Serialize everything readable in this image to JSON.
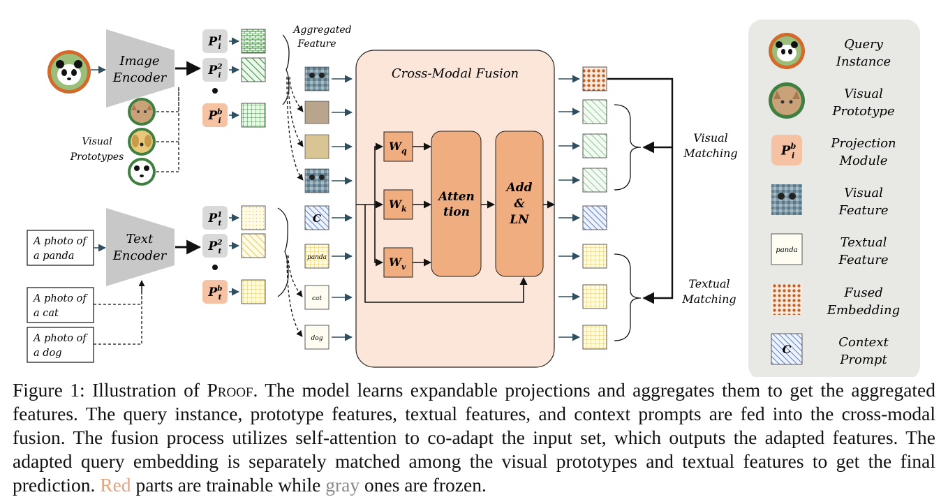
{
  "diagram": {
    "image_encoder_label": "Image Encoder",
    "text_encoder_label": "Text Encoder",
    "visual_prototypes_label": "Visual Prototypes",
    "aggregated_feature_label": "Aggregated Feature",
    "projection_image": [
      {
        "base": "P",
        "sup": "1",
        "sub": "i"
      },
      {
        "base": "P",
        "sup": "2",
        "sub": "i"
      },
      {
        "base": "P",
        "sup": "b",
        "sub": "i"
      }
    ],
    "projection_text": [
      {
        "base": "P",
        "sup": "1",
        "sub": "t"
      },
      {
        "base": "P",
        "sup": "2",
        "sub": "t"
      },
      {
        "base": "P",
        "sup": "b",
        "sub": "t"
      }
    ],
    "text_inputs": [
      [
        "A photo of",
        "a panda"
      ],
      [
        "A photo of",
        "a cat"
      ],
      [
        "A photo of",
        "a dog"
      ]
    ],
    "context_token": "C",
    "class_tokens": [
      "panda",
      "cat",
      "dog"
    ],
    "fusion_title": "Cross-Modal Fusion",
    "weights": [
      {
        "base": "W",
        "sub": "q"
      },
      {
        "base": "W",
        "sub": "k"
      },
      {
        "base": "W",
        "sub": "v"
      }
    ],
    "attention_label": [
      "Atten",
      "tion"
    ],
    "addln_label": [
      "Add",
      "&",
      "LN"
    ],
    "visual_matching_label": [
      "Visual",
      "Matching"
    ],
    "textual_matching_label": [
      "Textual",
      "Matching"
    ]
  },
  "legend": {
    "items": [
      {
        "icon": "panda-photo-icon",
        "label": [
          "Query",
          "Instance"
        ]
      },
      {
        "icon": "cat-photo-icon",
        "label": [
          "Visual",
          "Prototype"
        ]
      },
      {
        "icon": "projection-module-icon",
        "label": [
          "Projection",
          "Module"
        ],
        "symbol": {
          "base": "P",
          "sup": "b",
          "sub": "i"
        }
      },
      {
        "icon": "visual-feature-icon",
        "label": [
          "Visual",
          "Feature"
        ]
      },
      {
        "icon": "textual-feature-icon",
        "label": [
          "Textual",
          "Feature"
        ],
        "token": "panda"
      },
      {
        "icon": "fused-embedding-icon",
        "label": [
          "Fused",
          "Embedding"
        ]
      },
      {
        "icon": "context-prompt-icon",
        "label": [
          "Context",
          "Prompt"
        ],
        "token": "C"
      }
    ]
  },
  "caption": {
    "prefix": "Figure 1:",
    "pre": "Illustration of",
    "name": "Proof",
    "body": ". The model learns expandable projections and aggregates them to get the aggregated features. The query instance, prototype features, textual features, and context prompts are fed into the cross-modal fusion. The fusion process utilizes self-attention to co-adapt the input set, which outputs the adapted features. The adapted query embedding is separately matched among the visual prototypes and textual features to get the final prediction.",
    "red_word": "Red",
    "mid": "parts are trainable while",
    "gray_word": "gray",
    "end": "ones are frozen."
  },
  "colors": {
    "trainable": "#f5c3a3",
    "fusion_bg": "#fbe6d9",
    "frozen": "#c8c8c8",
    "legend_bg": "#e8e8e4",
    "arrow": "#2f4f5f",
    "green_feature": "#4d9a4d",
    "yellow_feature": "#e8c85a",
    "fused": "#c0622a",
    "context": "#5a7fc8"
  }
}
